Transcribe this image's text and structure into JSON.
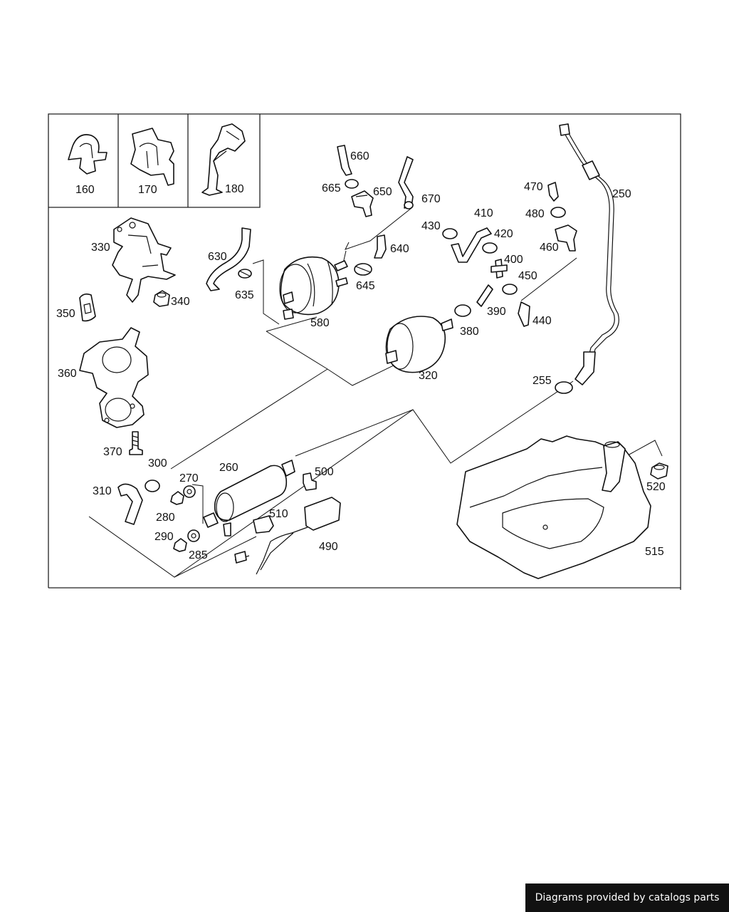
{
  "credit": "Diagrams provided by catalogs parts",
  "callouts": {
    "p160": "160",
    "p170": "170",
    "p180": "180",
    "p250": "250",
    "p255": "255",
    "p260": "260",
    "p270": "270",
    "p280": "280",
    "p285": "285",
    "p290": "290",
    "p300": "300",
    "p310": "310",
    "p320": "320",
    "p330": "330",
    "p340": "340",
    "p350": "350",
    "p360": "360",
    "p370": "370",
    "p380": "380",
    "p390": "390",
    "p400": "400",
    "p410": "410",
    "p420": "420",
    "p430": "430",
    "p440": "440",
    "p450": "450",
    "p460": "460",
    "p470": "470",
    "p480": "480",
    "p490": "490",
    "p500": "500",
    "p510": "510",
    "p515": "515",
    "p520": "520",
    "p580": "580",
    "p630": "630",
    "p635": "635",
    "p640": "640",
    "p645": "645",
    "p650": "650",
    "p660": "660",
    "p665": "665",
    "p670": "670"
  }
}
